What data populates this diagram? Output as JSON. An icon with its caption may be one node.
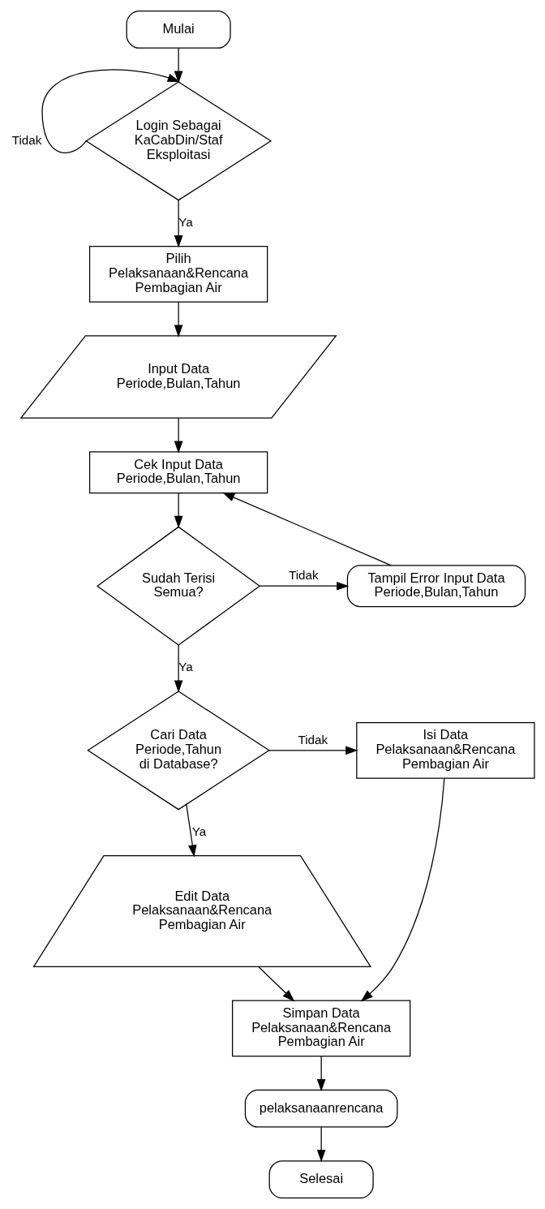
{
  "diagram": {
    "nodes": [
      {
        "text": [
          "Mulai"
        ]
      },
      {
        "text": [
          "Login Sebagai KaCabDin/Staf Eksploitasi"
        ]
      },
      {
        "text": [
          "Pilih Pelaksanaan&Rencana Pembagian Air"
        ]
      },
      {
        "text": [
          "Input Data Periode,Bulan,Tahun"
        ]
      },
      {
        "text": [
          "Cek Input Data Periode,Bulan,Tahun"
        ]
      },
      {
        "text": [
          "Sudah Terisi Semua?"
        ]
      },
      {
        "text": [
          "Tampil Error Input Data Periode,Bulan,Tahun"
        ]
      },
      {
        "text": [
          "Cari Data Periode,Tahun di Database?"
        ]
      },
      {
        "text": [
          "Isi Data Pelaksanaan&Rencana Pembagian Air"
        ]
      },
      {
        "text": [
          "Edit Data Pelaksanaan&Rencana Pembagian Air"
        ]
      },
      {
        "text": [
          "Simpan Data Pelaksanaan&Rencana Pembagian Air"
        ]
      },
      {
        "text": [
          "pelaksanaanrencana"
        ]
      },
      {
        "text": [
          "Selesai"
        ]
      }
    ],
    "edges": [
      {
        "from": 0,
        "to": 1,
        "arrow": "to"
      },
      {
        "from": 1,
        "to": 1,
        "arrow": "to",
        "label": "Tidak"
      },
      {
        "from": 1,
        "to": 2,
        "arrow": "to",
        "label": "Ya"
      },
      {
        "from": 2,
        "to": 3,
        "arrow": "to"
      },
      {
        "from": 3,
        "to": 4,
        "arrow": "to"
      },
      {
        "from": 4,
        "to": 5,
        "arrow": "to"
      },
      {
        "from": 5,
        "to": 6,
        "arrow": "to",
        "label": "Tidak"
      },
      {
        "from": 6,
        "to": 4,
        "arrow": "to"
      },
      {
        "from": 5,
        "to": 7,
        "arrow": "to",
        "label": "Ya"
      },
      {
        "from": 7,
        "to": 8,
        "arrow": "to",
        "label": "Tidak"
      },
      {
        "from": 8,
        "to": 10,
        "arrow": "to"
      },
      {
        "from": 7,
        "to": 9,
        "arrow": "to",
        "label": "Ya"
      },
      {
        "from": 9,
        "to": 10,
        "arrow": "to"
      },
      {
        "from": 10,
        "to": 11,
        "arrow": "to"
      },
      {
        "from": 11,
        "to": 12,
        "arrow": "to"
      }
    ]
  }
}
